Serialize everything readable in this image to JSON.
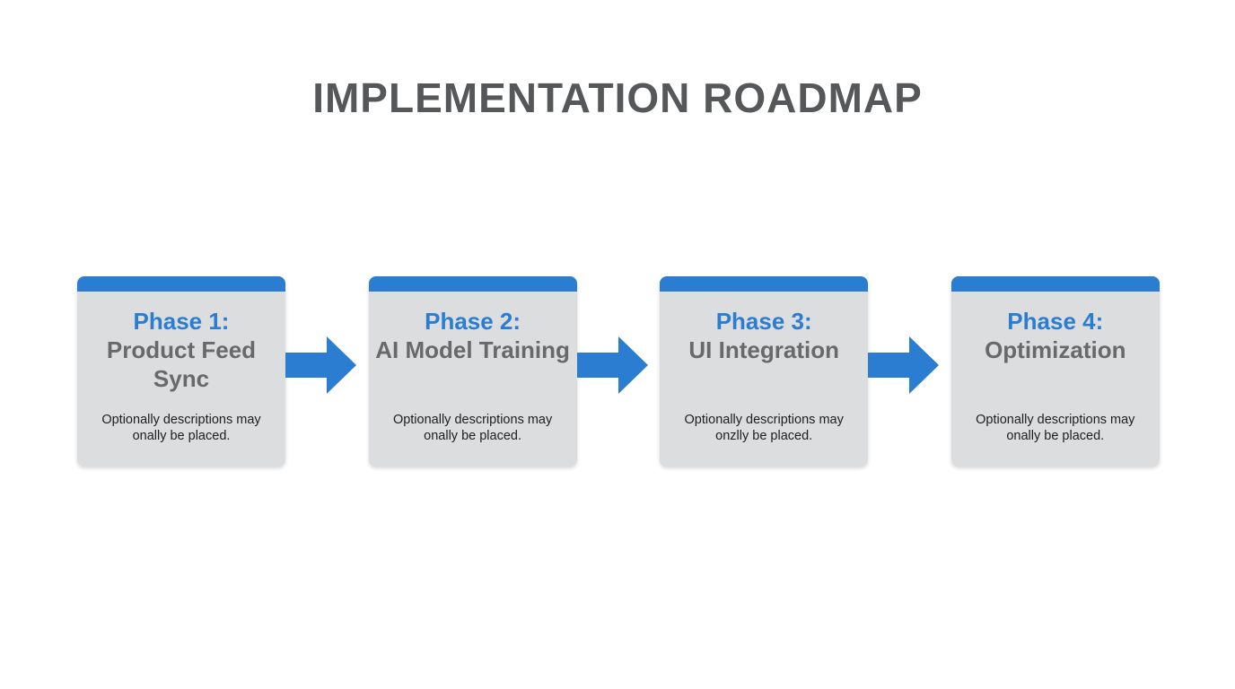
{
  "title": "IMPLEMENTATION ROADMAP",
  "colors": {
    "accent_blue": "#2b7dd2",
    "card_gray": "#dcddde",
    "name_gray": "#68696b",
    "heading_gray": "#555759",
    "description_dark": "#1e1e1e"
  },
  "phases": [
    {
      "label": "Phase 1:",
      "name": "Product Feed Sync",
      "description": "Optionally descriptions may onally be placed."
    },
    {
      "label": "Phase 2:",
      "name": "AI Model Training",
      "description": "Optionally descriptions may onally be placed."
    },
    {
      "label": "Phase 3:",
      "name": "UI Integration",
      "description": "Optionally descriptions may onzlly be placed."
    },
    {
      "label": "Phase 4:",
      "name": "Optimization",
      "description": "Optionally descriptions may onally be placed."
    }
  ]
}
